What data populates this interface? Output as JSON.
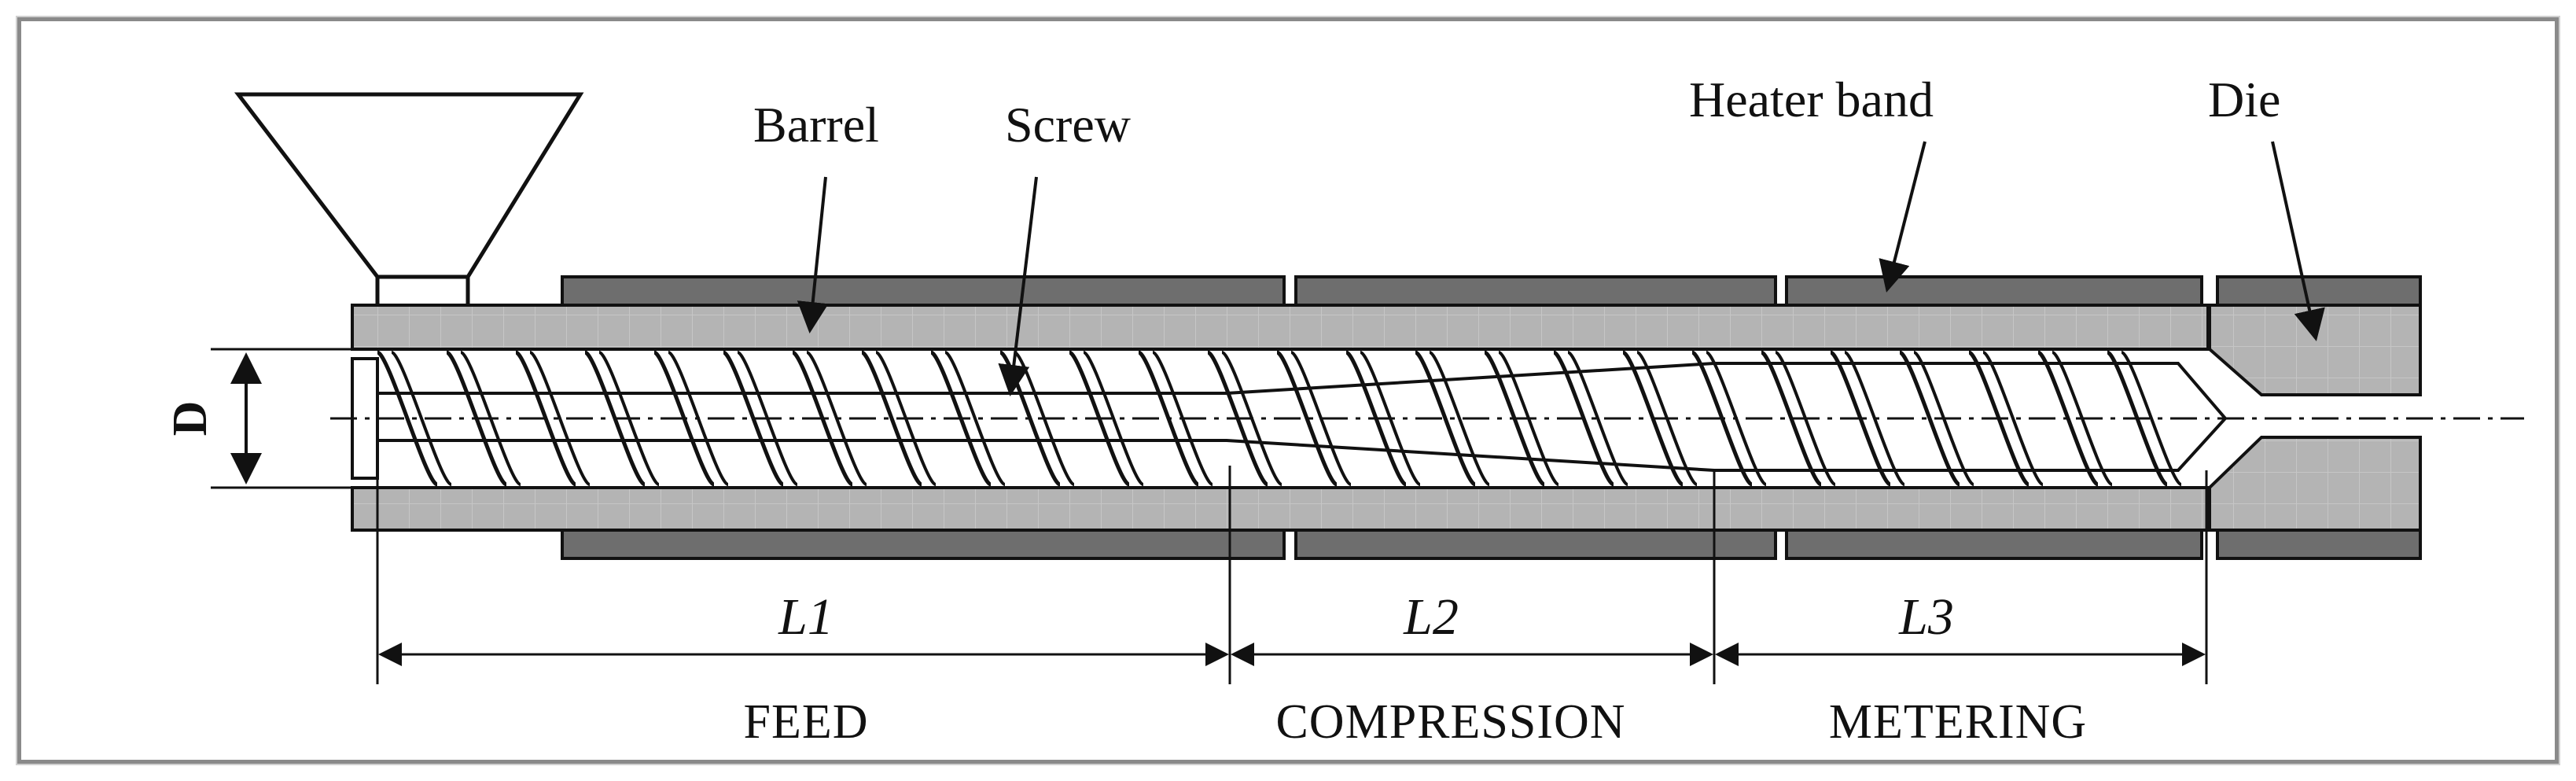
{
  "labels": {
    "barrel": "Barrel",
    "screw": "Screw",
    "heater_band": "Heater band",
    "die": "Die",
    "diameter": "D"
  },
  "dimensions": {
    "l1": "L1",
    "l2": "L2",
    "l3": "L3"
  },
  "zones": {
    "feed": "FEED",
    "compression": "COMPRESSION",
    "metering": "METERING"
  },
  "colors": {
    "barrel_fill": "#b4b4b4",
    "heater_fill": "#6e6e6e",
    "line": "#1a1a1a"
  }
}
